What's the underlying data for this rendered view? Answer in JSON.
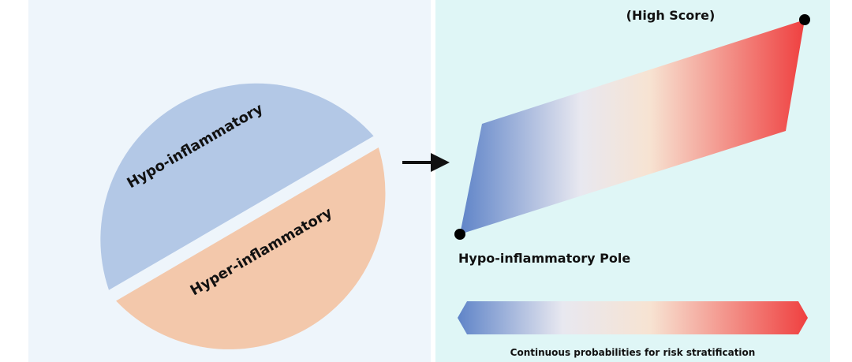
{
  "left": {
    "segments": [
      {
        "label": "Hypo-inflammatory",
        "color": "#b3c8e6"
      },
      {
        "label": "Hyper-inflammatory",
        "color": "#f3c8ab"
      }
    ]
  },
  "right": {
    "pole_high_label": "(High Score)",
    "pole_low_label": "Hypo-inflammatory Pole",
    "scale_caption": "Continuous probabilities for risk stratification",
    "gradient_colors": [
      "#5f84c8",
      "#e8e8f0",
      "#f7e3d2",
      "#ef4040"
    ]
  },
  "icons": {
    "arrow": "arrow-right-icon"
  }
}
